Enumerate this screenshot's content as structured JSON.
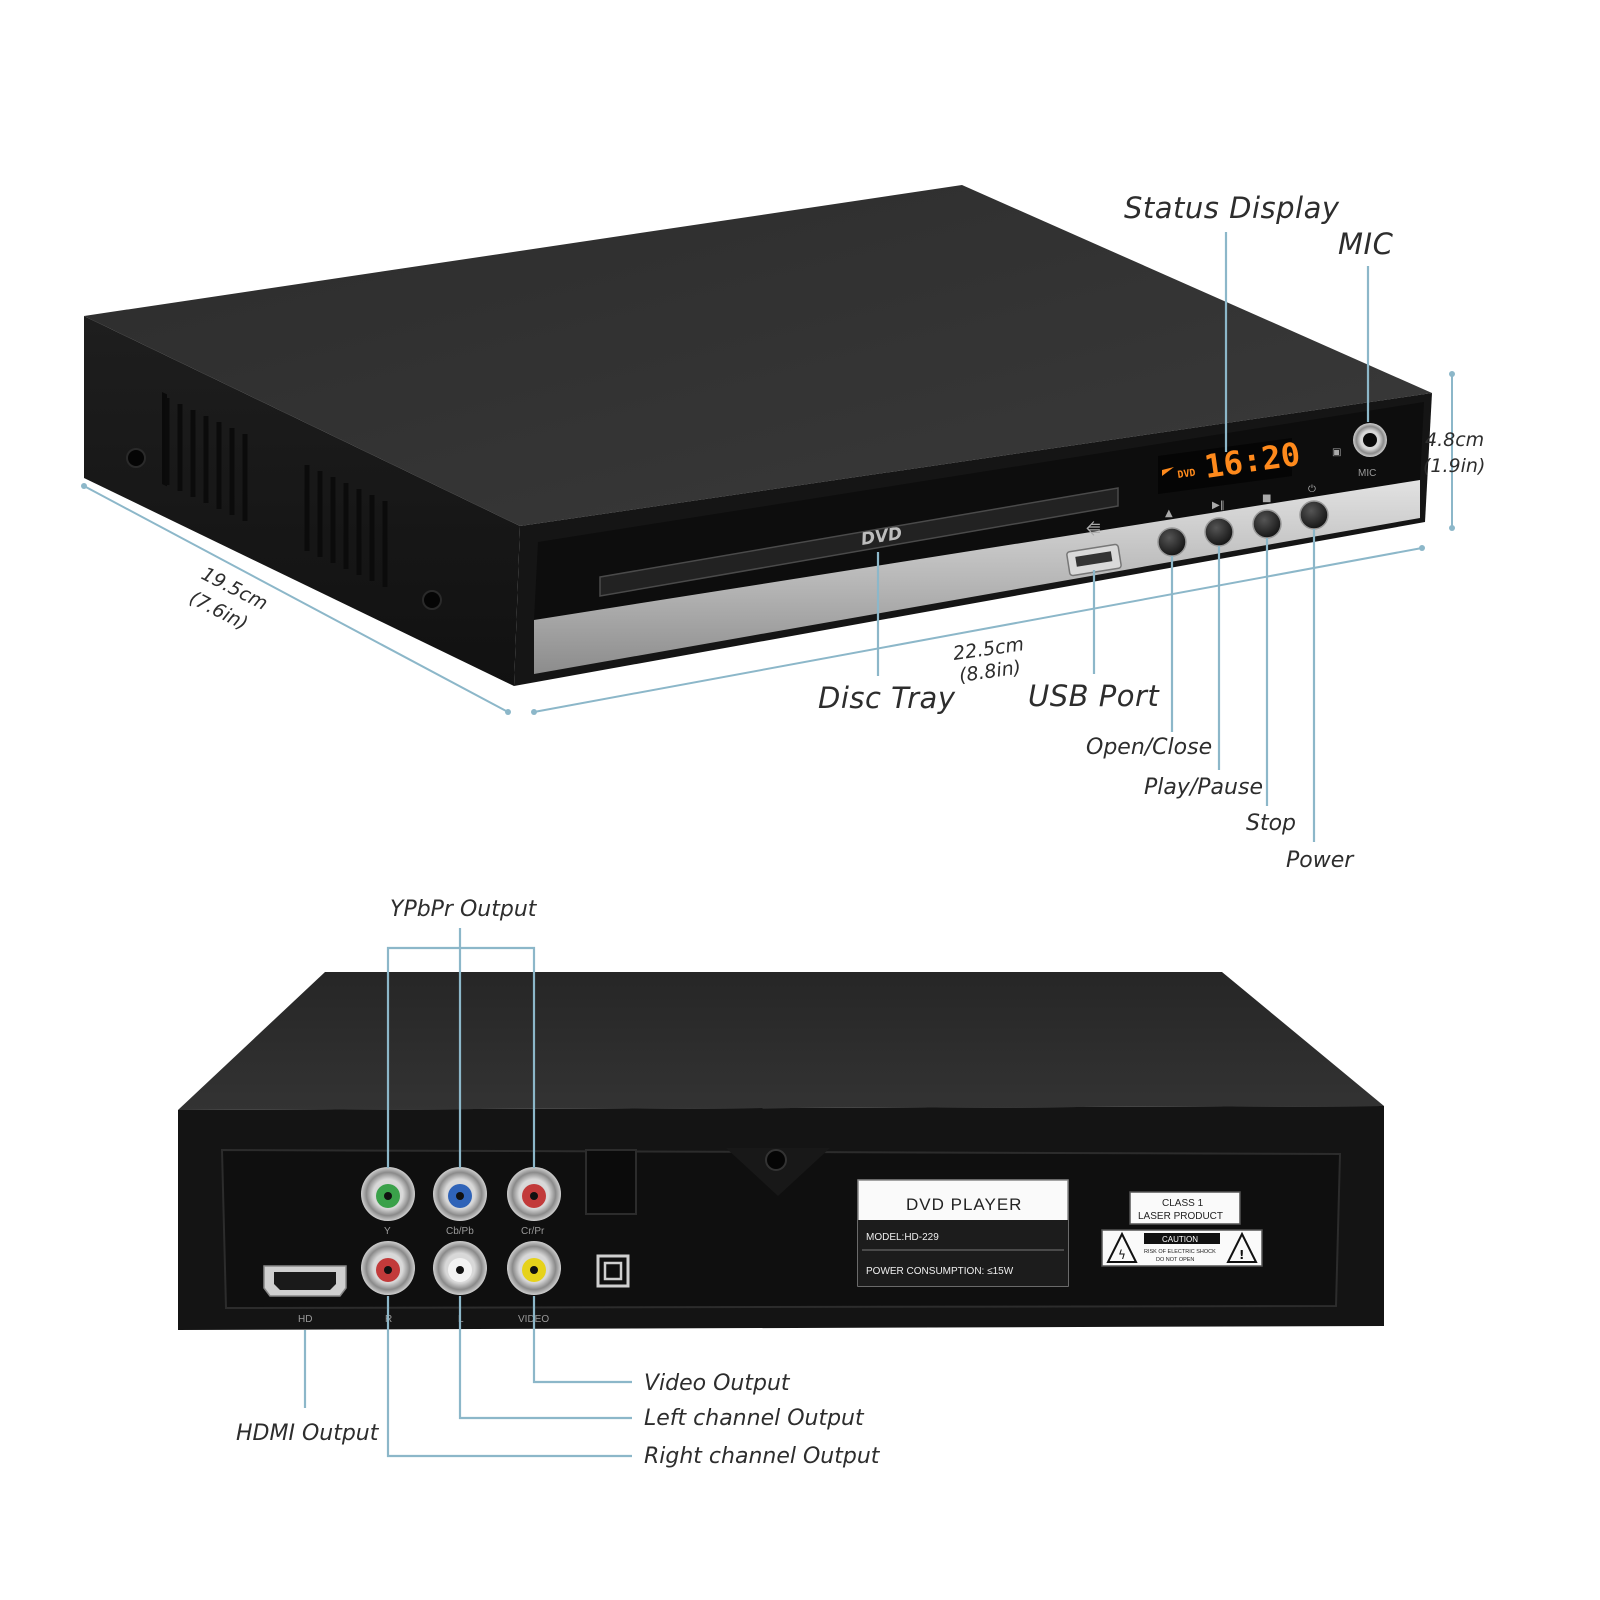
{
  "front_view": {
    "panel_brand": "DVD",
    "display": {
      "mode": "DVD",
      "time": "16:20"
    },
    "mic_label": "MIC",
    "callouts": {
      "status_display": "Status Display",
      "mic": "MIC",
      "disc_tray": "Disc Tray",
      "usb_port": "USB Port",
      "open_close": "Open/Close",
      "play_pause": "Play/Pause",
      "stop": "Stop",
      "power": "Power"
    },
    "dimensions": {
      "depth_cm": "19.5cm",
      "depth_in": "(7.6in)",
      "width_cm": "22.5cm",
      "width_in": "(8.8in)",
      "height_cm": "4.8cm",
      "height_in": "(1.9in)"
    }
  },
  "rear_view": {
    "jacks": {
      "y": "Y",
      "cb_pb": "Cb/Pb",
      "cr_pr": "Cr/Pr",
      "hd": "HD",
      "r": "R",
      "l": "L",
      "video": "VIDEO"
    },
    "product_label": {
      "title": "DVD PLAYER",
      "model": "MODEL:HD-229",
      "power": "POWER CONSUMPTION: ≤15W"
    },
    "laser_label": {
      "class": "CLASS 1",
      "product": "LASER PRODUCT",
      "caution": "CAUTION",
      "warning1": "RISK OF ELECTRIC SHOCK",
      "warning2": "DO NOT OPEN"
    },
    "callouts": {
      "ypbpr": "YPbPr Output",
      "video": "Video Output",
      "left": "Left channel Output",
      "hdmi": "HDMI Output",
      "right": "Right channel Output"
    }
  },
  "colors": {
    "jack_y": "#3aa14a",
    "jack_pb": "#2f63b8",
    "jack_pr": "#c23a3a",
    "jack_r": "#c23a3a",
    "jack_l": "#f2f2f2",
    "jack_video": "#e6d21a",
    "led": "#ff8a1c",
    "leader": "#8cb7c9"
  }
}
